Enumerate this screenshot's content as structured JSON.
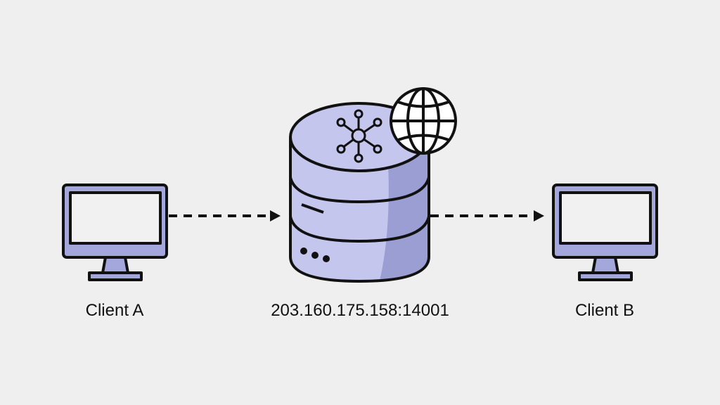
{
  "colors": {
    "background": "#efefef",
    "fill": "#c4c6ee",
    "fill_shade": "#9a9ed2",
    "monitor": "#a4a7dc",
    "stroke": "#111111"
  },
  "nodes": {
    "client_a": {
      "label": "Client A",
      "icon": "monitor-icon"
    },
    "server": {
      "label": "203.160.175.158:14001",
      "icon": "database-server-icon",
      "badges": [
        "network-hub-icon",
        "globe-icon"
      ]
    },
    "client_b": {
      "label": "Client B",
      "icon": "monitor-icon"
    }
  },
  "edges": [
    {
      "from": "client_a",
      "to": "server",
      "style": "dashed-arrow"
    },
    {
      "from": "server",
      "to": "client_b",
      "style": "dashed-arrow"
    }
  ]
}
